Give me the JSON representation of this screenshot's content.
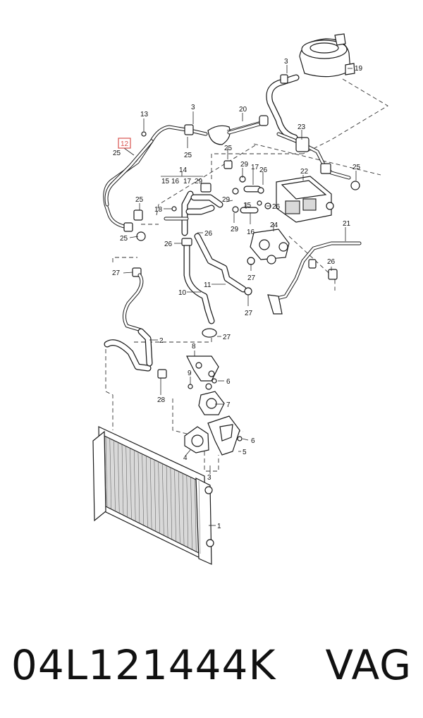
{
  "callouts": {
    "c1": "1",
    "c2": "2",
    "c3a": "3",
    "c3b": "3",
    "c3c": "3",
    "c4": "4",
    "c5": "5",
    "c6a": "6",
    "c6b": "6",
    "c7": "7",
    "c8": "8",
    "c9": "9",
    "c10": "10",
    "c11": "11",
    "c12": "12",
    "c13": "13",
    "c14": "14",
    "c14a": "15",
    "c14b": "16",
    "c14c": "17",
    "c14d": "29",
    "c15": "15",
    "c16": "16",
    "c17": "17",
    "c18": "18",
    "c19": "19",
    "c20": "20",
    "c21": "21",
    "c22": "22",
    "c23": "23",
    "c24": "24",
    "c25a": "25",
    "c25b": "25",
    "c25c": "25",
    "c25d": "25",
    "c25e": "25",
    "c25f": "25",
    "c26a": "26",
    "c26b": "26",
    "c26c": "26",
    "c26d": "26",
    "c26e": "26",
    "c27a": "27",
    "c27b": "27",
    "c27c": "27",
    "c27d": "27",
    "c28": "28",
    "c29a": "29",
    "c29b": "29",
    "c29c": "29"
  },
  "highlight_color": "#d9534f",
  "caption": {
    "part_number": "04L121444K",
    "brand": "VAG"
  }
}
